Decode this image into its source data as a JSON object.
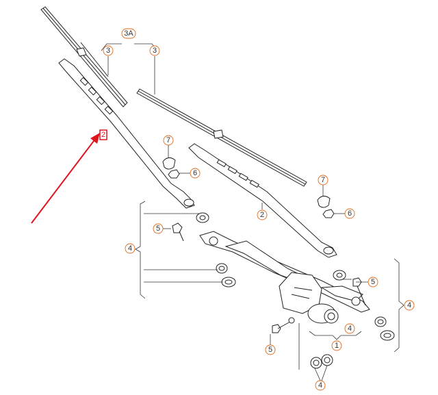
{
  "diagram": {
    "callouts": {
      "c1": "1",
      "c2_wiper_arm_left": "2",
      "c2_wiper_arm_right": "2",
      "c3a": "3A",
      "c3_left": "3",
      "c3_right": "3",
      "c4_left": "4",
      "c4_right": "4",
      "c4_bottom_center": "4",
      "c4_bottom": "4",
      "c5_left": "5",
      "c5_right": "5",
      "c5_bottom": "5",
      "c6_left": "6",
      "c6_right": "6",
      "c7_left": "7",
      "c7_right": "7"
    },
    "highlight_color": "#e0141e",
    "callout_color": "#e06a1a"
  }
}
